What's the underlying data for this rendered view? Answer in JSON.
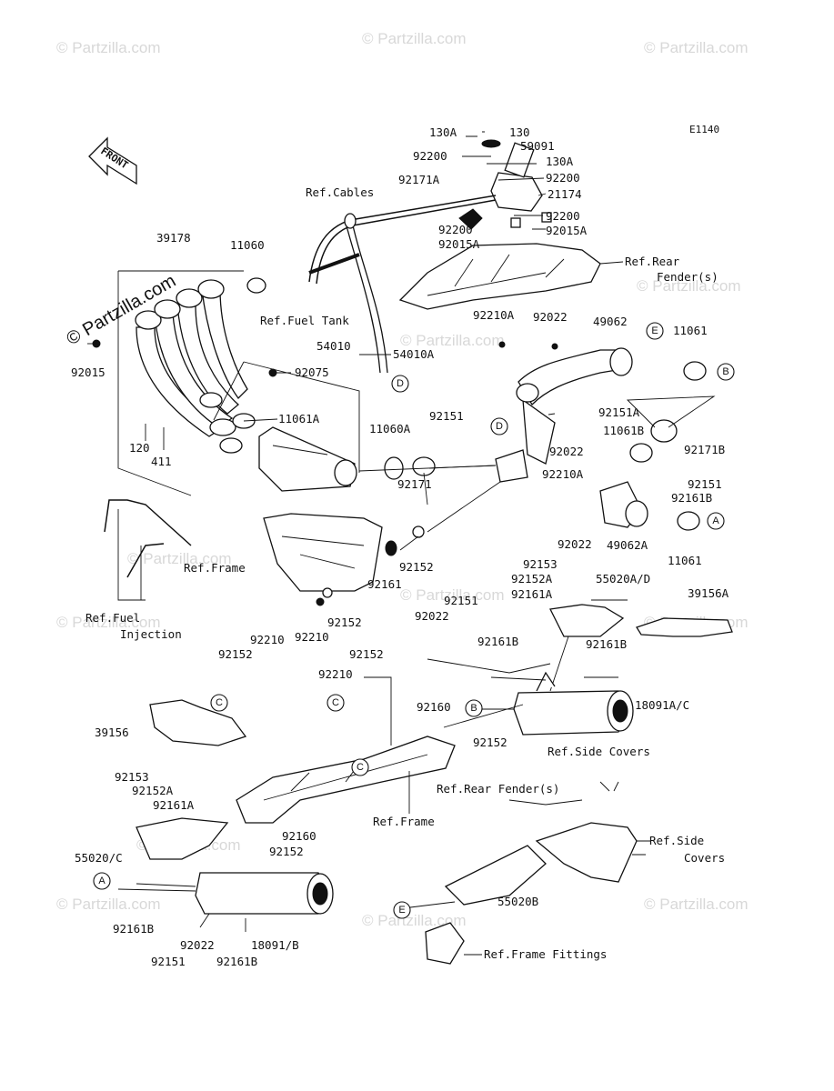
{
  "diagram_code": "E1140",
  "front_label": "FRONT",
  "watermark": "© Partzilla.com",
  "side_watermark": "© Partzilla.com",
  "labels": {
    "p130A_top": "130A",
    "p130": "130",
    "p92200_a": "92200",
    "p59091": "59091",
    "p130A_b": "130A",
    "p92171A": "92171A",
    "p92200_b": "92200",
    "ref_cables": "Ref.Cables",
    "p21174": "21174",
    "p92200_c": "92200",
    "p92200_d": "92200",
    "p92015A_a": "92015A",
    "p92015A_b": "92015A",
    "ref_rear_fender": "Ref.Rear",
    "ref_rear_fender2": "Fender(s)",
    "p39178": "39178",
    "p11060": "11060",
    "ref_fuel_tank": "Ref.Fuel Tank",
    "p92210A_a": "92210A",
    "p92022_a": "92022",
    "p49062": "49062",
    "p11061_a": "11061",
    "p92015": "92015",
    "p54010": "54010",
    "p54010A": "54010A",
    "p92075": "92075",
    "p11061A": "11061A",
    "p11060A": "11060A",
    "p92151_a": "92151",
    "p92151A": "92151A",
    "p11061B": "11061B",
    "p120": "120",
    "p411": "411",
    "p92022_b": "92022",
    "p92171B": "92171B",
    "p92171": "92171",
    "p92210A_b": "92210A",
    "p92151_b": "92151",
    "p92161B_a": "92161B",
    "p92022_c": "92022",
    "p49062A": "49062A",
    "p11061_b": "11061",
    "ref_frame_a": "Ref.Frame",
    "p92152_a": "92152",
    "p92161_a": "92161",
    "p92153_a": "92153",
    "p92152A_a": "92152A",
    "p55020AD": "55020A/D",
    "p92161A_a": "92161A",
    "p39156A": "39156A",
    "ref_fuel_inj1": "Ref.Fuel",
    "ref_fuel_inj2": "Injection",
    "p92152_b": "92152",
    "p92210_a": "92210",
    "p92151_c": "92151",
    "p92022_d": "92022",
    "p92161B_b": "92161B",
    "p92161B_c": "92161B",
    "p92210_b": "92210",
    "p92152_c": "92152",
    "p92152_d": "92152",
    "p92210_c": "92210",
    "p39156": "39156",
    "p92160_a": "92160",
    "p18091AC": "18091A/C",
    "p92152_e": "92152",
    "ref_side_covers_a": "Ref.Side Covers",
    "p92153_b": "92153",
    "p92152A_b": "92152A",
    "p92161A_b": "92161A",
    "ref_rear_fender_b": "Ref.Rear Fender(s)",
    "ref_frame_b": "Ref.Frame",
    "p92160_b": "92160",
    "p92152_f": "92152",
    "p55020C": "55020/C",
    "ref_side_covers_b1": "Ref.Side",
    "ref_side_covers_b2": "Covers",
    "p55020B": "55020B",
    "p92161B_d": "92161B",
    "p92022_e": "92022",
    "p18091B": "18091/B",
    "p92151_d": "92151",
    "p92161B_e": "92161B",
    "ref_frame_fittings": "Ref.Frame Fittings"
  },
  "callouts": {
    "D": "D",
    "E": "E",
    "B": "B",
    "A": "A",
    "C": "C"
  }
}
